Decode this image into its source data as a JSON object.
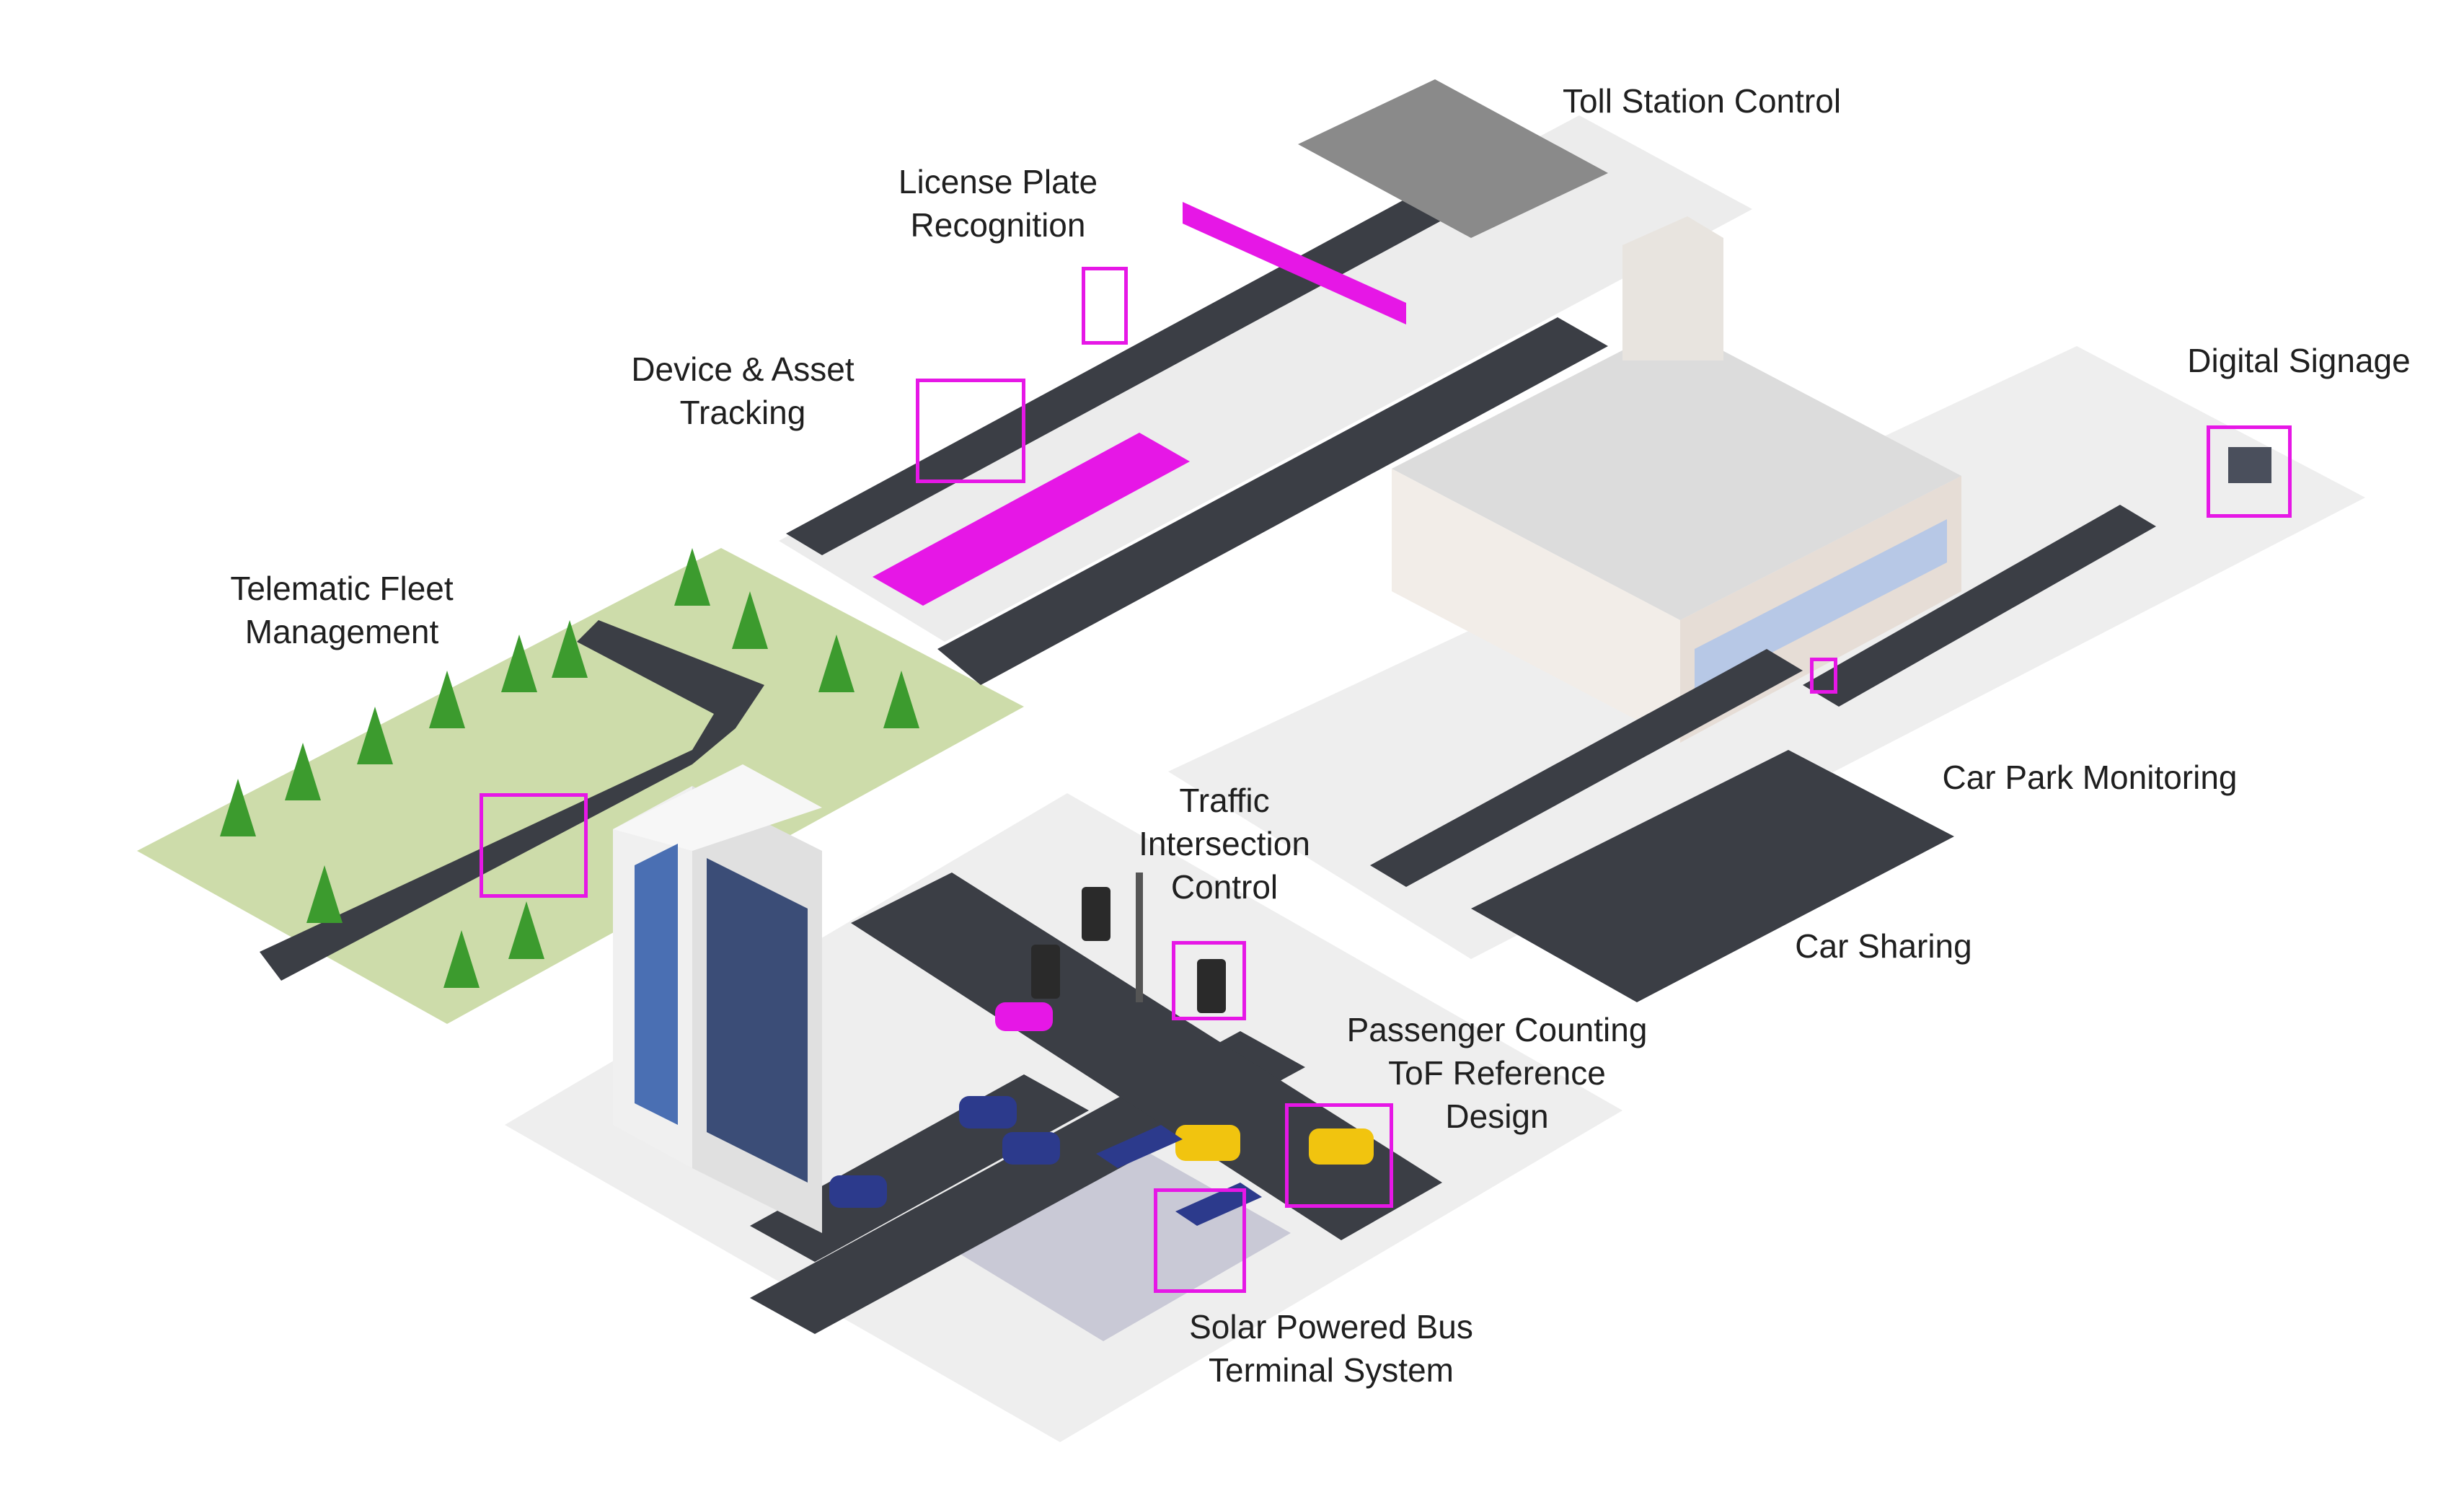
{
  "colors": {
    "accent": "#e617e6",
    "road": "#3b3e45",
    "ground": "#eeeeee",
    "grass": "#cddcaa",
    "tree": "#3c9b2e",
    "building": "#f2ede8",
    "glass": "#b7c8e6"
  },
  "labels": {
    "toll_station": "Toll Station Control",
    "license_plate": [
      "License Plate",
      "Recognition"
    ],
    "device_asset": [
      "Device & Asset",
      "Tracking"
    ],
    "digital_signage": "Digital Signage",
    "telematic": [
      "Telematic Fleet",
      "Management"
    ],
    "car_park": "Car Park Monitoring",
    "traffic": [
      "Traffic",
      "Intersection",
      "Control"
    ],
    "car_sharing": "Car Sharing",
    "passenger": [
      "Passenger Counting",
      "ToF Reference",
      "Design"
    ],
    "solar_bus": [
      "Solar Powered Bus",
      "Terminal System"
    ]
  },
  "icons": {
    "truck": "delivery-truck-icon",
    "traffic_light": "traffic-light-icon",
    "bus_shelter": "bus-shelter-icon",
    "billboard": "billboard-icon",
    "camera": "camera-icon",
    "car": "car-icon",
    "tree": "tree-icon"
  }
}
